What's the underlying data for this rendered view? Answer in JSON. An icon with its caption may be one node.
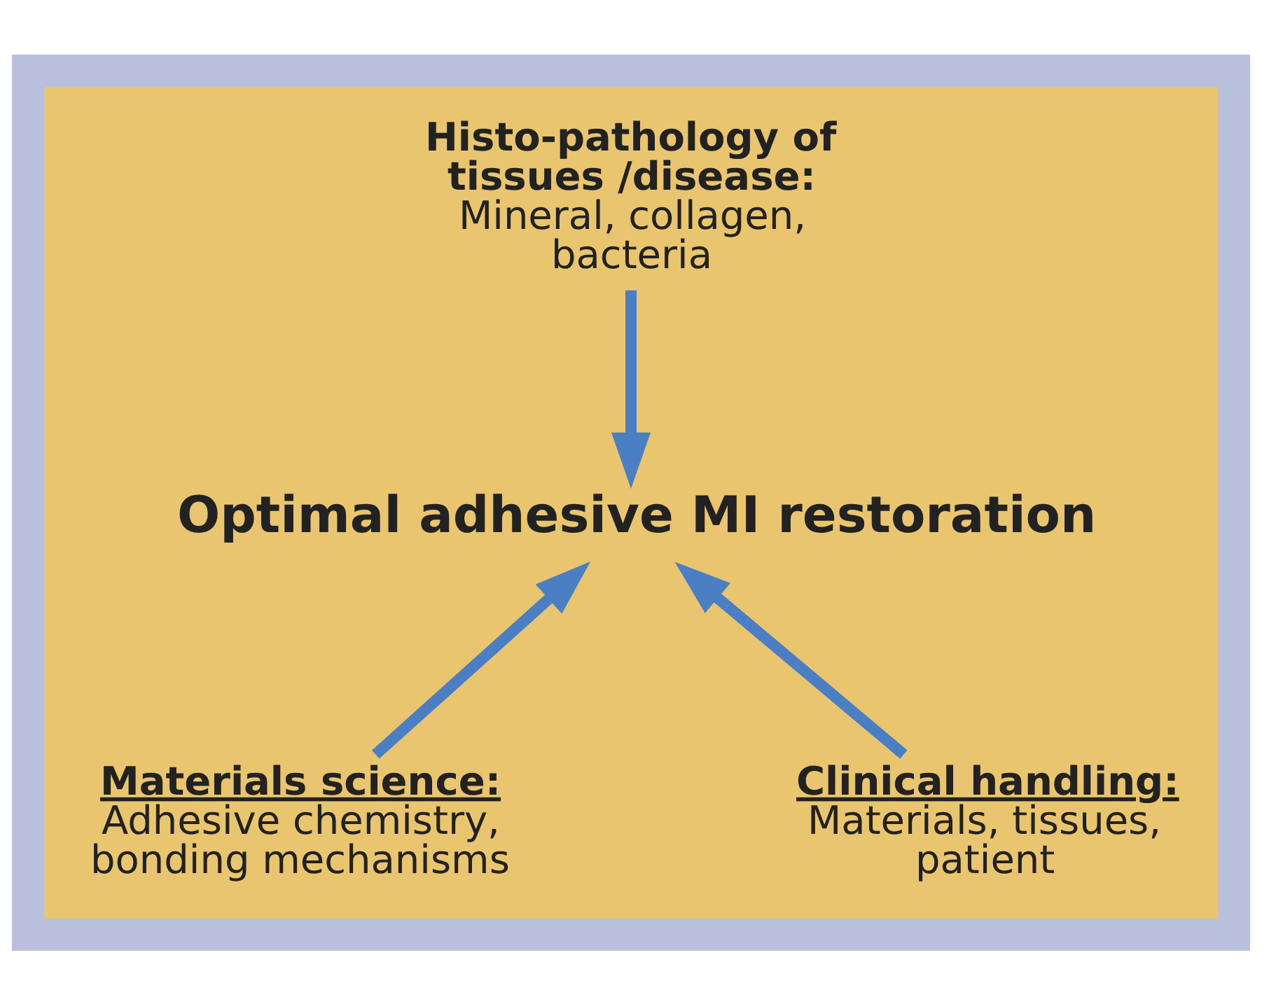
{
  "diagram": {
    "nodes": [
      {
        "text": [],
        "shape": "triangle"
      },
      {
        "text": [
          "Histo-pathology of tissues /disease:",
          "Mineral, collagen, bacteria"
        ],
        "in": 0
      },
      {
        "text": [
          "Optimal adhesive MI restoration"
        ],
        "in": 0
      },
      {
        "text": [
          "Materials science:",
          "Adhesive chemistry, bonding mechanisms"
        ],
        "in": 0
      },
      {
        "text": [
          "Clinical handling:",
          "Materials, tissues, patient"
        ],
        "in": 0
      }
    ],
    "edges": [
      {
        "from": 1,
        "to": 2,
        "arrow": "to"
      },
      {
        "from": 3,
        "to": 2,
        "arrow": "to"
      },
      {
        "from": 4,
        "to": 2,
        "arrow": "to"
      }
    ]
  }
}
